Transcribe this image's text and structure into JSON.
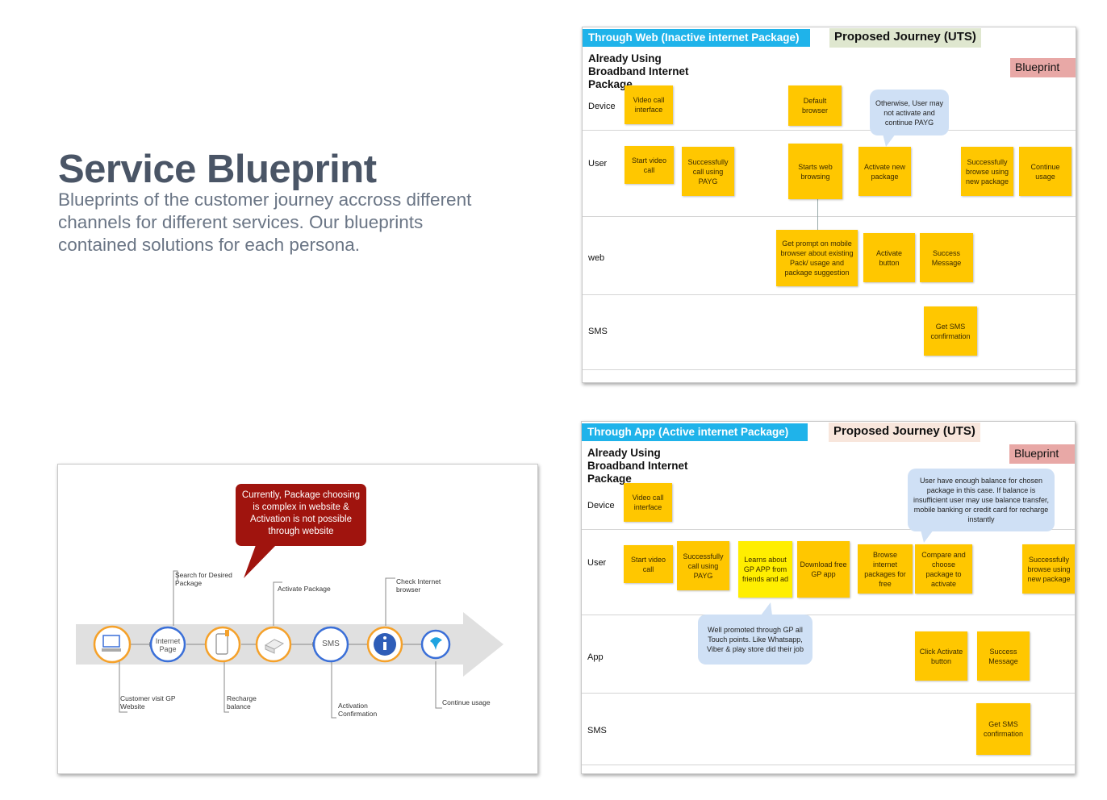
{
  "hero": {
    "title": "Service Blueprint",
    "subtitle": "Blueprints of the customer journey accross different channels for different services. Our blueprints contained solutions for each persona."
  },
  "web_blueprint": {
    "channel_header": "Through Web  (Inactive internet Package)",
    "journey_header": "Proposed Journey (UTS)",
    "blueprint_tag": "Blueprint",
    "persona": "Already Using Broadband Internet Package",
    "lanes": [
      "Device",
      "User",
      "web",
      "SMS"
    ],
    "stickies": {
      "video_call_interface": "Video call interface",
      "default_browser": "Default browser",
      "start_video_call": "Start video call",
      "successfully_call_payg": "Successfully call using PAYG",
      "starts_web_browsing": "Starts web browsing",
      "activate_new_package": "Activate new package",
      "successfully_browse_new": "Successfully browse using new package",
      "continue_usage": "Continue usage",
      "get_prompt": "Get prompt on mobile browser about  existing Pack/ usage and package suggestion",
      "activate_button": "Activate button",
      "success_message": "Success Message",
      "get_sms_confirmation": "Get SMS confirmation"
    },
    "bubble": "Otherwise, User may not activate and continue PAYG"
  },
  "app_blueprint": {
    "channel_header": "Through App (Active internet Package)",
    "journey_header": "Proposed Journey (UTS)",
    "blueprint_tag": "Blueprint",
    "persona": "Already Using Broadband Internet Package",
    "lanes": [
      "Device",
      "User",
      "App",
      "SMS"
    ],
    "stickies": {
      "video_call_interface": "Video call interface",
      "start_video_call": "Start video call",
      "successfully_call_payg": "Successfully call using PAYG",
      "learns_about_gp_app": "Learns about GP APP from friends and ad",
      "download_free_gp_app": "Download free GP app",
      "browse_internet_packages": "Browse internet packages for free",
      "compare_choose_package": "Compare and choose package to activate",
      "successfully_browse_new": "Successfully browse using new package",
      "click_activate_button": "Click Activate button",
      "success_message": "Success Message",
      "get_sms_confirmation": "Get SMS confirmation"
    },
    "bubble_balance": "User have enough balance for chosen package in this case. If balance is insufficient user may use balance transfer, mobile banking or credit card for recharge instantly",
    "bubble_promoted": "Well promoted through GP all Touch points. Like Whatsapp, Viber & play store did their job"
  },
  "current_journey": {
    "callout": "Currently, Package choosing is complex in website & Activation is not possible through website",
    "labels": {
      "customer_visit": "Customer visit GP Website",
      "search_package": "Search for Desired Package",
      "recharge_balance": "Recharge balance",
      "activate_package": "Activate Package",
      "activation_confirmation": "Activation Confirmation",
      "check_internet_browser": "Check Internet browser",
      "continue_usage": "Continue usage"
    },
    "node_texts": {
      "internet_page": "Internet Page",
      "sms": "SMS"
    },
    "colors": {
      "orange_node": "#f5a12a",
      "blue_node": "#3a6fd8",
      "arrow": "#e0e0e0",
      "callout": "#a0140e"
    }
  }
}
